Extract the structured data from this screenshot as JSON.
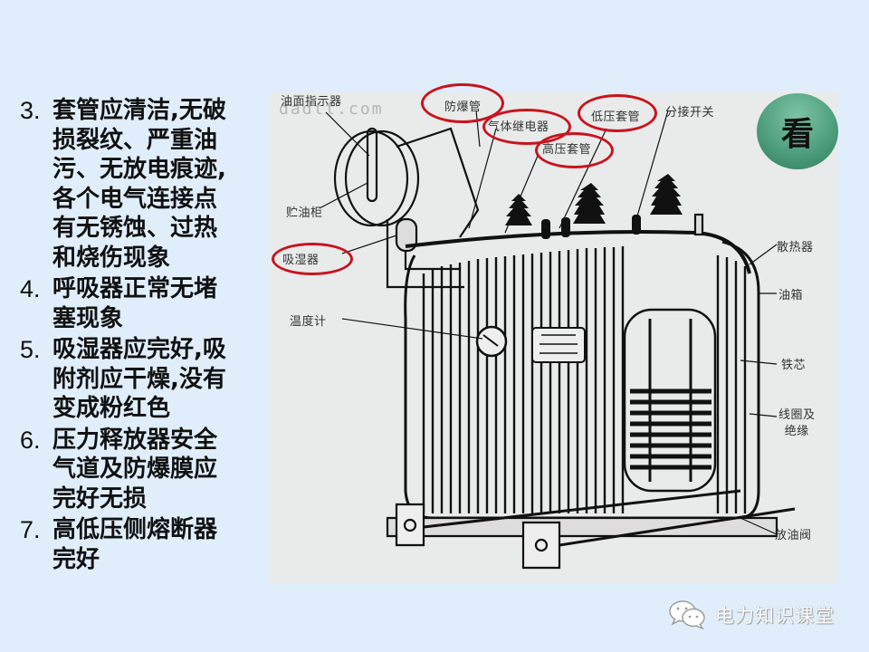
{
  "slide": {
    "background_color": "#e0eefc",
    "accent_circle_color": "#c8141e",
    "badge_color": "#4f9f7f"
  },
  "checklist": {
    "items": [
      {
        "number": "3.",
        "text": "套管应清洁,无破\n损裂纹、严重油\n污、无放电痕迹,\n各个电气连接点\n有无锈蚀、过热\n和烧伤现象"
      },
      {
        "number": "4.",
        "text": "呼吸器正常无堵\n塞现象"
      },
      {
        "number": "5.",
        "text": "吸湿器应完好,吸\n附剂应干燥,没有\n变成粉红色"
      },
      {
        "number": "6.",
        "text": "压力释放器安全\n气道及防爆膜应\n完好无损"
      },
      {
        "number": "7.",
        "text": "高低压侧熔断器\n完好"
      }
    ]
  },
  "diagram": {
    "title": "transformer-structure",
    "watermark": "dadtt.com",
    "labels": {
      "oil_level_gauge": "油面指示器",
      "explosion_pipe": "防爆管",
      "gas_relay": "气体继电器",
      "high_voltage_bushing": "高压套管",
      "low_voltage_bushing": "低压套管",
      "tap_changer": "分接开关",
      "conservator": "贮油柜",
      "dehumidifier": "吸湿器",
      "thermometer": "温度计",
      "radiator": "散热器",
      "oil_tank": "油箱",
      "iron_core": "铁芯",
      "coil_insulation": "线圈及\n绝缘",
      "drain_valve": "放油阀"
    },
    "circled": [
      "防爆管",
      "气体继电器",
      "高压套管",
      "低压套管",
      "吸湿器"
    ]
  },
  "badge": {
    "label": "看",
    "icon": "eye-look-badge"
  },
  "footer": {
    "icon": "wechat-icon",
    "brand": "电力知识课堂"
  }
}
